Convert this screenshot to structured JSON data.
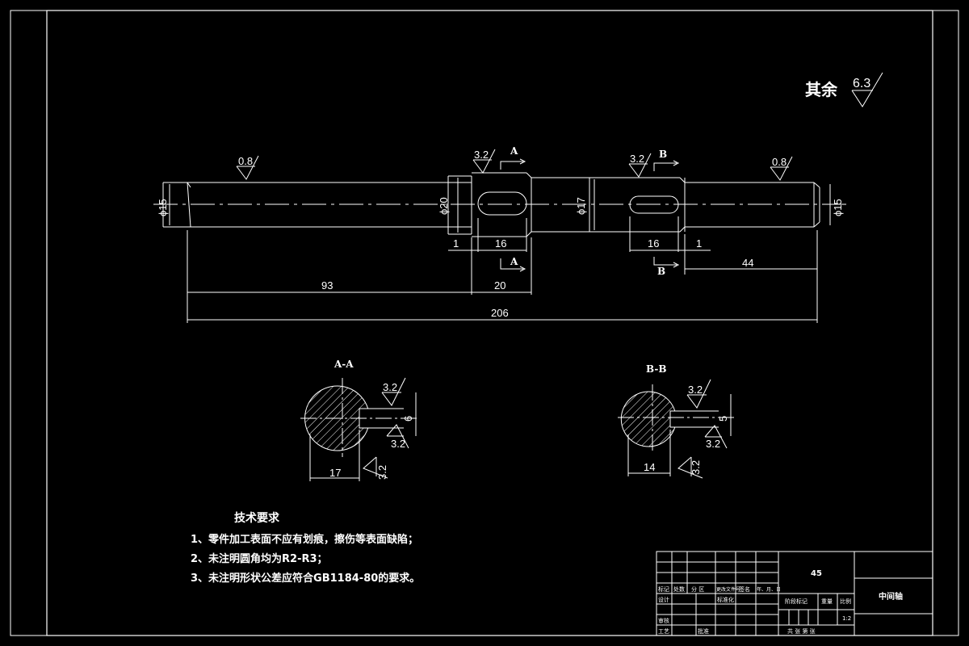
{
  "roughness": {
    "global_prefix": "其余",
    "global_value": "6.3",
    "left_journal": "0.8",
    "right_journal": "0.8",
    "keyway_a": "3.2",
    "keyway_b": "3.2",
    "section_a_top": "3.2",
    "section_a_side": "3.2",
    "section_a_bottom": "3.2",
    "section_b_top": "3.2",
    "section_b_side": "3.2",
    "section_b_bottom": "3.2"
  },
  "dimensions": {
    "dia_left": "ϕ15",
    "dia_20": "ϕ20",
    "dia_17": "ϕ17",
    "dia_right": "ϕ15",
    "offset_a": "1",
    "keyway_a_len": "16",
    "keyway_b_len": "16",
    "offset_b": "1",
    "len_44": "44",
    "len_93": "93",
    "len_20": "20",
    "total": "206",
    "sec_a_key_width": "6",
    "sec_a_depth": "17",
    "sec_b_key_width": "5",
    "sec_b_depth": "14"
  },
  "sections": {
    "cut_a": "A",
    "cut_b": "B",
    "title_a": "A-A",
    "title_b": "B-B"
  },
  "requirements": {
    "heading": "技术要求",
    "items": [
      "1、零件加工表面不应有划痕，擦伤等表面缺陷；",
      "2、未注明圆角均为R2-R3；",
      "3、未注明形状公差应符合GB1184-80的要求。"
    ]
  },
  "title_block": {
    "material": "45",
    "part_name": "中间轴",
    "scale": "1:2",
    "row_labels": [
      "标记",
      "处数",
      "分  区",
      "更改文件号",
      "签名",
      "年、月、日"
    ],
    "design": "设计",
    "standardize": "标准化",
    "stage_mark": "阶段标记",
    "weight": "重量",
    "ratio": "比例",
    "review": "审核",
    "process": "工艺",
    "approve": "批准",
    "sheets": "共    张  第    张"
  }
}
